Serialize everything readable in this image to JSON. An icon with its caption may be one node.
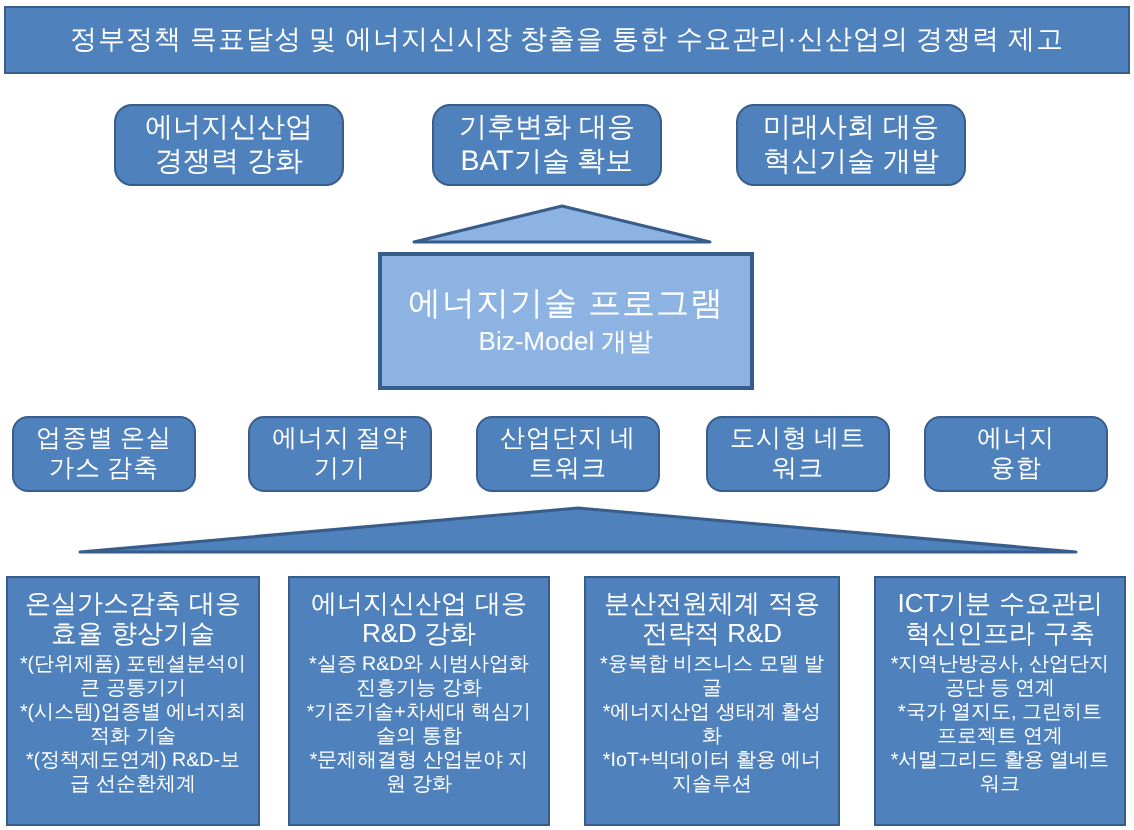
{
  "diagram": {
    "nodes": [
      {
        "text": [
          "정부정책 목표달성 및 에너지신시장 창출을 통한 수요관리·신산업의 경쟁력 제고"
        ]
      },
      {
        "text": [
          "에너지신산업 경쟁력 강화"
        ]
      },
      {
        "text": [
          "기후변화 대응 BAT기술 확보"
        ]
      },
      {
        "text": [
          "미래사회 대응 혁신기술 개발"
        ]
      },
      {
        "text": [],
        "shape": "triangle"
      },
      {
        "text": [
          "에너지기술 프로그램",
          "Biz-Model 개발"
        ]
      },
      {
        "text": [
          "업종별 온실가스 감축"
        ]
      },
      {
        "text": [
          "에너지 절약 기기"
        ]
      },
      {
        "text": [
          "산업단지 네트워크"
        ]
      },
      {
        "text": [
          "도시형 네트워크"
        ]
      },
      {
        "text": [
          "에너지 융합"
        ]
      },
      {
        "text": [],
        "shape": "triangle"
      },
      {
        "text": [
          "온실가스감축 대응 효율 향상기술",
          "*(단위제품) 포텐셜분석이 큰 공통기기",
          "*(시스템)업종별 에너지최적화 기술",
          "*(정책제도연계) R&D-보급 선순환체계"
        ]
      },
      {
        "text": [
          "에너지신산업 대응 R&D 강화",
          "*실증 R&D와 시범사업화 진흥기능 강화",
          "*기존기술+차세대 핵심기술의 통합",
          "*문제해결형 산업분야 지원 강화"
        ]
      },
      {
        "text": [
          "분산전원체계 적용 전략적 R&D",
          "*융복합 비즈니스 모델 발굴",
          "*에너지산업 생태계 활성화",
          "*IoT+빅데이터 활용 에너지솔루션"
        ]
      },
      {
        "text": [
          "ICT기분 수요관리 혁신인프라 구축",
          "*지역난방공사, 산업단지 공단 등 연계",
          "*국가 열지도, 그린히트 프로젝트 연계",
          "*서멀그리드 활용 열네트워크"
        ]
      }
    ]
  }
}
